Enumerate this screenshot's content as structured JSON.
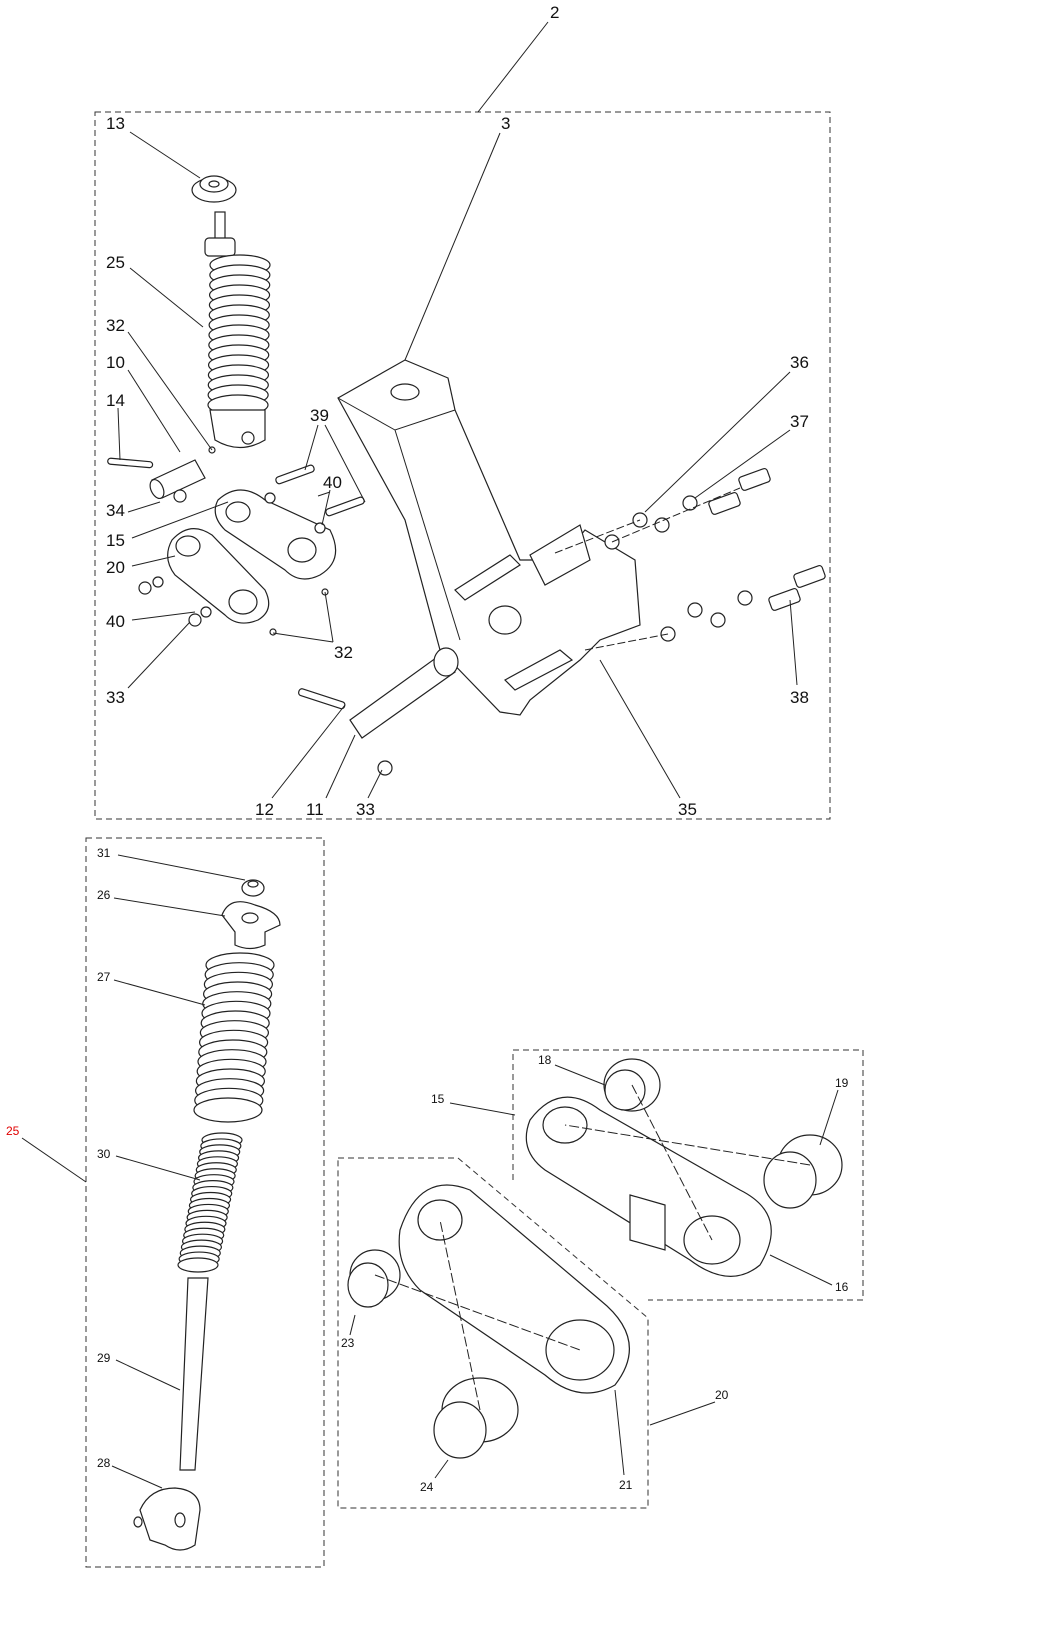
{
  "diagram": {
    "accent_color": "#e00000",
    "top_callouts": [
      "2",
      "3",
      "13",
      "25",
      "32",
      "10",
      "14",
      "34",
      "15",
      "20",
      "40",
      "33",
      "39",
      "40",
      "32",
      "36",
      "37",
      "38",
      "35",
      "12",
      "11",
      "33"
    ],
    "bottom_callouts": [
      "31",
      "26",
      "27",
      "30",
      "29",
      "28",
      "25",
      "18",
      "19",
      "15",
      "16",
      "23",
      "20",
      "24",
      "21"
    ]
  }
}
